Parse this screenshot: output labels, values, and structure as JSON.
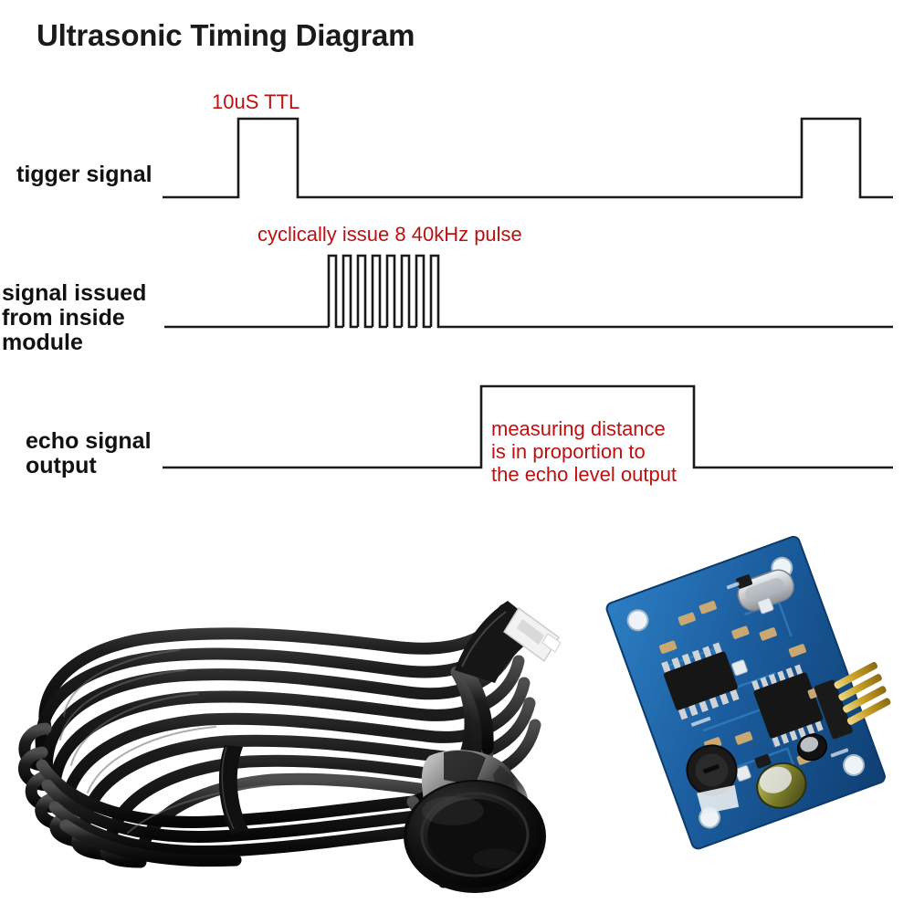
{
  "page": {
    "title": "Ultrasonic Timing Diagram",
    "background_color": "#ffffff",
    "annotation_color": "#bb1111",
    "trace_color": "#1a1a1a"
  },
  "diagram": {
    "rows": [
      {
        "id": "trigger",
        "label": "tigger signal"
      },
      {
        "id": "issued",
        "label": "signal issued\nfrom inside\nmodule"
      },
      {
        "id": "echo",
        "label": "echo signal\noutput"
      }
    ],
    "notes": [
      {
        "id": "ttl",
        "text": "10uS TTL"
      },
      {
        "id": "burst",
        "text": "cyclically issue 8 40kHz pulse"
      },
      {
        "id": "echo",
        "text": "measuring distance\nis in proportion to\nthe echo level output"
      }
    ]
  },
  "chart_data": {
    "type": "line",
    "title": "Ultrasonic Timing Diagram",
    "xlabel": "",
    "ylabel": "",
    "grid": false,
    "legend_position": "left",
    "xlim": [
      0,
      1001
    ],
    "series": [
      {
        "name": "tigger signal",
        "baseline_y": 216,
        "high_y": 130,
        "x_start": 178,
        "x_end": 978,
        "pulses": [
          {
            "x_start": 261,
            "x_end": 326,
            "label": "10uS TTL"
          },
          {
            "x_start": 878,
            "x_end": 942,
            "label": ""
          }
        ]
      },
      {
        "name": "signal issued from inside module",
        "baseline_y": 358,
        "high_y": 280,
        "x_start": 180,
        "x_end": 978,
        "burst_count": 8,
        "burst_x_start": 360,
        "burst_x_end": 487,
        "burst_pulse_width": 8,
        "burst_period": 16,
        "label": "cyclically issue 8 40kHz pulse"
      },
      {
        "name": "echo signal output",
        "baseline_y": 512,
        "high_y": 423,
        "x_start": 178,
        "x_end": 978,
        "pulses": [
          {
            "x_start": 527,
            "x_end": 760,
            "label": "measuring distance is in proportion to the echo level output"
          }
        ]
      }
    ]
  },
  "photo": {
    "caption": "",
    "items": [
      {
        "id": "cable-coil",
        "name": "coiled black sensor cable"
      },
      {
        "id": "zip-tie",
        "name": "black zip tie"
      },
      {
        "id": "connector",
        "name": "white JST connector plug"
      },
      {
        "id": "probe",
        "name": "black ultrasonic transducer probe"
      },
      {
        "id": "pcb-module",
        "name": "blue ultrasonic driver PCB module"
      },
      {
        "id": "header-pins",
        "name": "4-pin gold header"
      }
    ],
    "colors": {
      "cable": "#141414",
      "cable_highlight": "#4a4a4a",
      "probe_body": "#0d0d0d",
      "probe_chrome": "#9a9a9a",
      "pcb": "#15528f",
      "pcb_light": "#2a74bd",
      "pin_gold": "#c9a227",
      "ic_black": "#141414",
      "crystal_silver": "#c9cdd2"
    }
  }
}
